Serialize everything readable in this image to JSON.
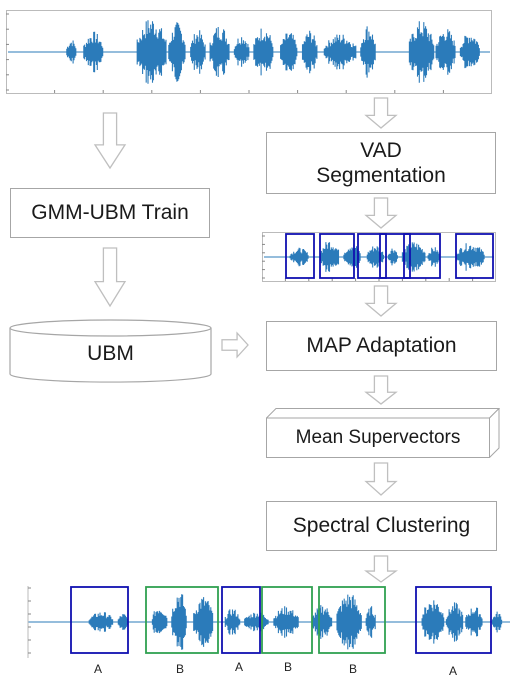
{
  "steps": {
    "gmm_ubm_train": "GMM-UBM Train",
    "ubm": "UBM",
    "vad_line1": "VAD",
    "vad_line2": "Segmentation",
    "map_adaptation": "MAP Adaptation",
    "mean_supervectors": "Mean Supervectors",
    "spectral_clustering": "Spectral Clustering"
  },
  "output_labels": [
    "A",
    "B",
    "A",
    "B",
    "B",
    "A"
  ],
  "colors": {
    "waveform": "#2b7bba",
    "vad_box": "#1010b0",
    "speaker_A": "#1010b0",
    "speaker_B": "#30a050",
    "box_border": "#a6a6a6",
    "arrow": "#bfbfbf"
  }
}
